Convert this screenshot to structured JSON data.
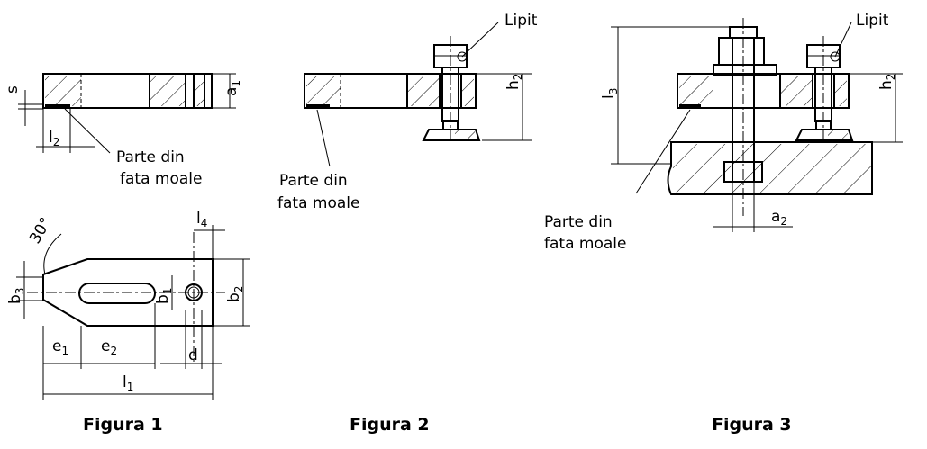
{
  "labels": {
    "lipit": "Lipit",
    "parte_din": "Parte din",
    "fata_moale": "fata moale",
    "angle": "30°"
  },
  "dims": {
    "s": "s",
    "a": "a",
    "a1": "1",
    "a2": "2",
    "l": "l",
    "l1": "1",
    "l2": "2",
    "l3": "3",
    "l4": "4",
    "h": "h",
    "h2": "2",
    "b": "b",
    "b1": "1",
    "b2": "2",
    "b3": "3",
    "e": "e",
    "e1": "1",
    "e2": "2",
    "d": "d"
  },
  "captions": {
    "fig1": "Figura 1",
    "fig2": "Figura 2",
    "fig3": "Figura 3"
  }
}
